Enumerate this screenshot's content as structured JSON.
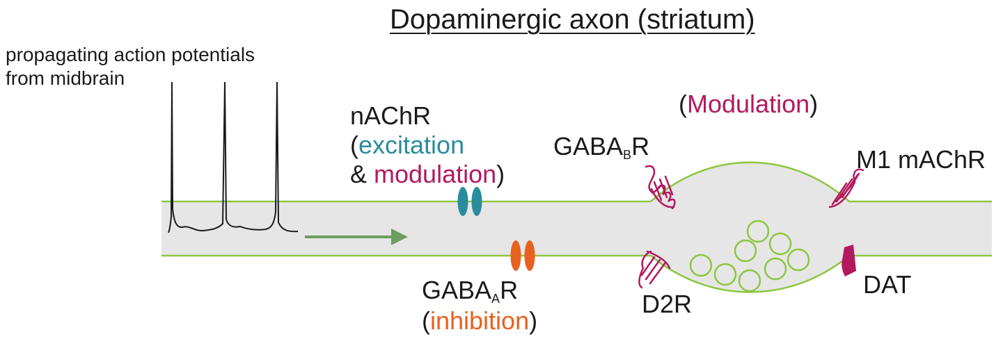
{
  "title": "Dopaminergic axon (striatum)",
  "action_potentials_label": {
    "line1": "propagating action potentials",
    "line2": "from midbrain"
  },
  "nachr": {
    "name": "nAChR",
    "open_paren": "(",
    "excitation": "excitation",
    "amp": "& ",
    "modulation": "modulation",
    "close_paren": ")"
  },
  "gabaa": {
    "prefix": "GABA",
    "sub": "A",
    "suffix": "R",
    "open_paren": "(",
    "effect": "inhibition",
    "close_paren": ")"
  },
  "gabab": {
    "prefix": "GABA",
    "sub": "B",
    "suffix": "R"
  },
  "modulation_label": {
    "open_paren": "(",
    "text": "Modulation",
    "close_paren": ")"
  },
  "m1_label": "M1 mAChR",
  "d2r_label": "D2R",
  "dat_label": "DAT",
  "colors": {
    "membrane": "#8cc63f",
    "axoplasm": "#e6e6e6",
    "excitation": "#2a8c9c",
    "modulation": "#b2195e",
    "inhibition": "#e8611e",
    "arrow": "#6e9e5e",
    "trace": "#1a1a1a",
    "vesicle": "#8cc63f"
  },
  "icons": {
    "nachr": "nicotinic-receptor-icon",
    "gabaa": "ionotropic-receptor-icon",
    "gpcr": "seven-transmembrane-receptor-icon",
    "dat": "transporter-icon",
    "vesicle": "synaptic-vesicle-icon"
  }
}
